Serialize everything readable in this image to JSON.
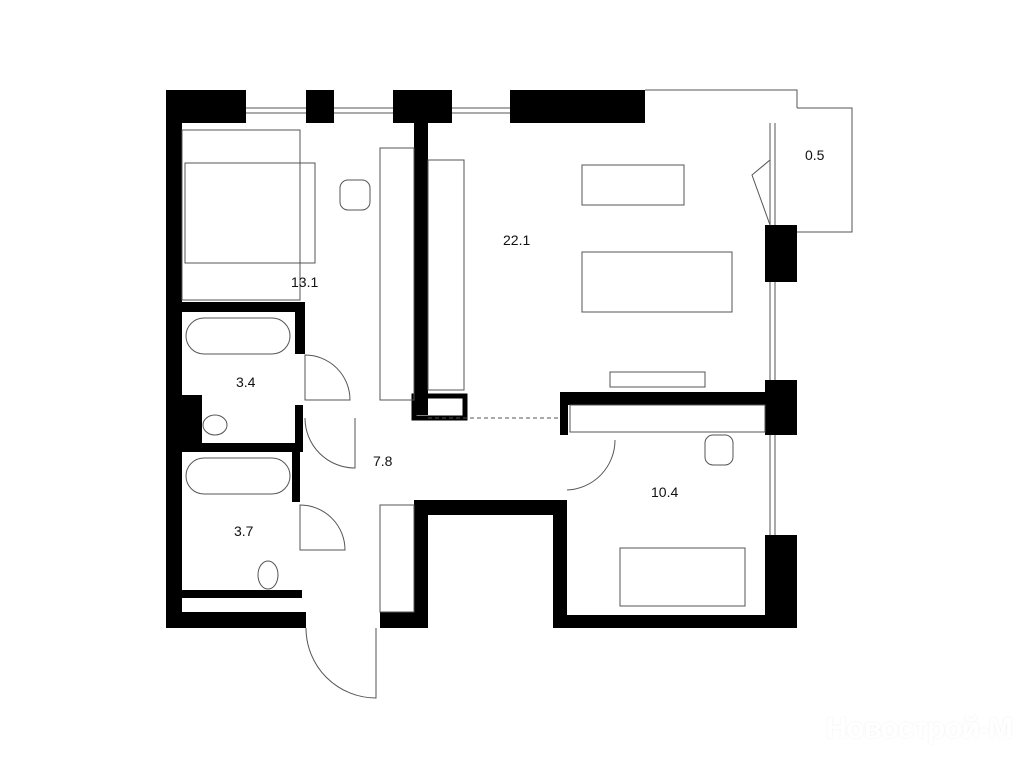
{
  "plan": {
    "rooms": [
      {
        "id": "bedroom",
        "area": "13.1"
      },
      {
        "id": "living-kitchen",
        "area": "22.1"
      },
      {
        "id": "balcony",
        "area": "0.5"
      },
      {
        "id": "bathroom-1",
        "area": "3.4"
      },
      {
        "id": "hallway",
        "area": "7.8"
      },
      {
        "id": "bathroom-2",
        "area": "3.7"
      },
      {
        "id": "kids-room",
        "area": "10.4"
      }
    ],
    "colors": {
      "wall": "#000000",
      "line": "#555555",
      "background": "#ffffff"
    }
  },
  "watermark": "Новострой-М"
}
